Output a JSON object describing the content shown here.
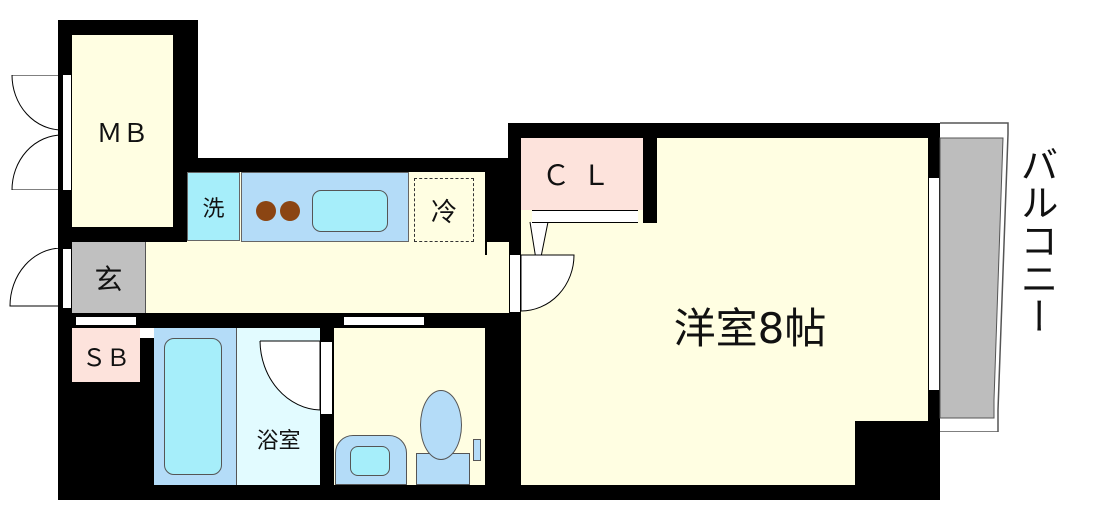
{
  "rooms": {
    "meter_box": "ＭＢ",
    "washer": "洗",
    "fridge": "冷",
    "entrance": "玄",
    "shoe_box": "ＳＢ",
    "bathroom": "浴室",
    "closet": "ＣＬ",
    "western_room": "洋室8帖",
    "balcony": "バルコニー"
  },
  "colors": {
    "wall": "#000000",
    "floor": "#fffee2",
    "storage": "#fde3dc",
    "water": "#b4dcf8",
    "entrance": "#c0c0c0",
    "balcony": "#bdbdbd"
  }
}
